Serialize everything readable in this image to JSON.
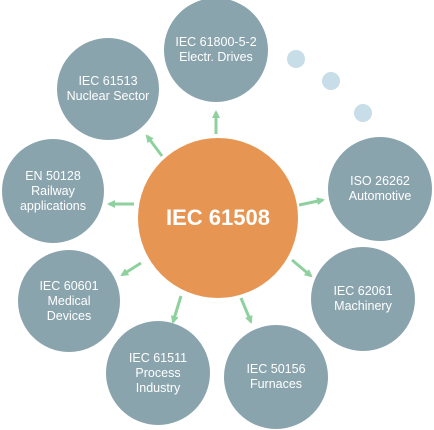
{
  "diagram": {
    "center": {
      "label": "IEC 61508"
    },
    "nodes": [
      {
        "id": "electr-drives",
        "label": "IEC 61800-5-2\nElectr. Drives"
      },
      {
        "id": "nuclear",
        "label": "IEC 61513\nNuclear Sector"
      },
      {
        "id": "railway",
        "label": "EN 50128\nRailway\napplications"
      },
      {
        "id": "automotive",
        "label": "ISO 26262\nAutomotive"
      },
      {
        "id": "medical",
        "label": "IEC 60601\nMedical\nDevices"
      },
      {
        "id": "machinery",
        "label": "IEC 62061\nMachinery"
      },
      {
        "id": "process",
        "label": "IEC 61511\nProcess\nIndustry"
      },
      {
        "id": "furnaces",
        "label": "IEC 50156\nFurnaces"
      }
    ]
  },
  "colors": {
    "center_fill": "#e79552",
    "node_fill": "#8aa4ae",
    "arrow": "#8fd19e",
    "dots": "#c7dde7",
    "text": "#ffffff"
  }
}
